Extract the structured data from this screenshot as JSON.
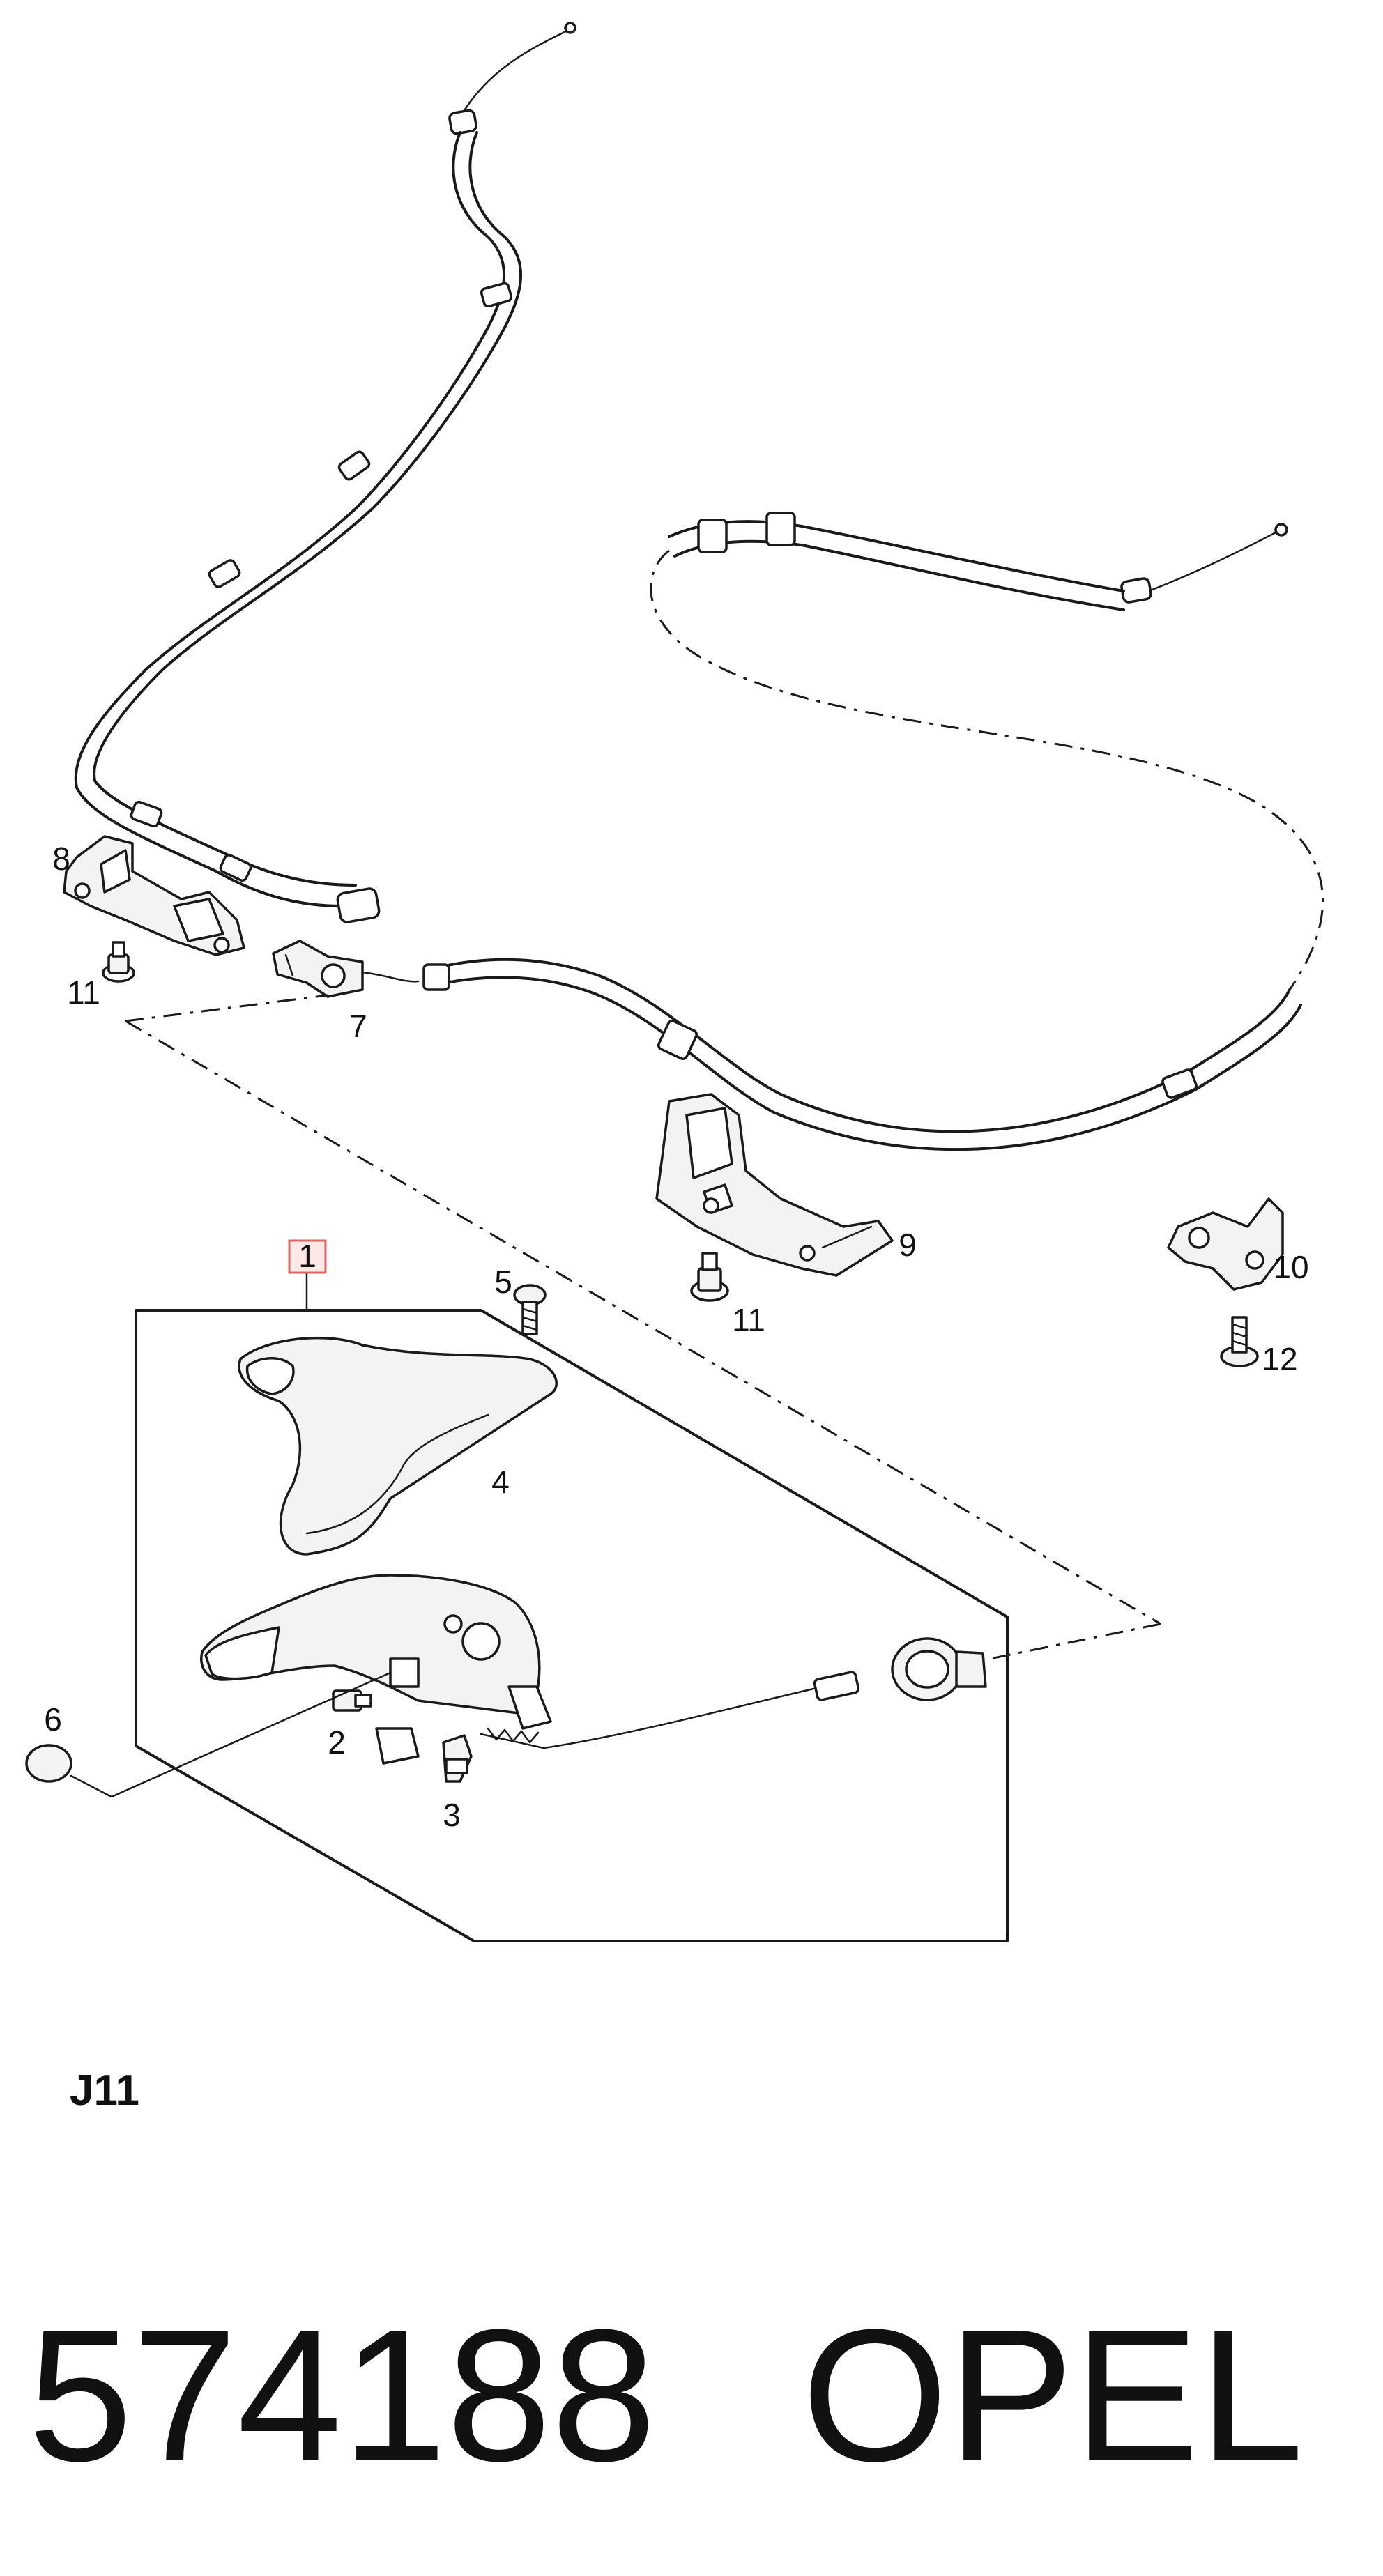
{
  "diagram": {
    "callouts": {
      "c1": "1",
      "c2": "2",
      "c3": "3",
      "c4": "4",
      "c5": "5",
      "c6": "6",
      "c7": "7",
      "c8": "8",
      "c9": "9",
      "c10": "10",
      "c11a": "11",
      "c11b": "11",
      "c12": "12"
    },
    "highlight_color": "#e06666",
    "sheet_code": "J11"
  },
  "footer": {
    "part_number": "574188",
    "brand": "OPEL"
  }
}
